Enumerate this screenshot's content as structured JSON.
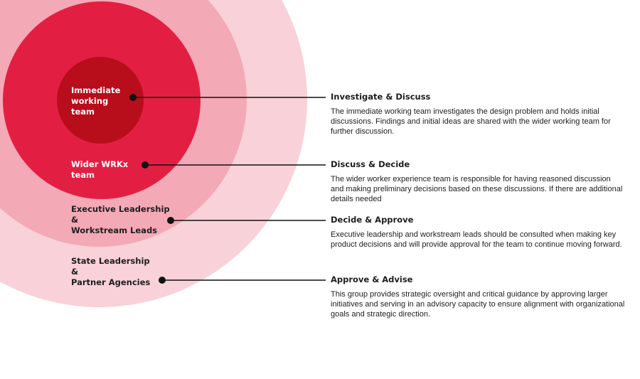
{
  "colors": {
    "outer_ring": "#f9d1d9",
    "third_ring": "#f4a9b6",
    "second_ring": "#e21f42",
    "core": "#b80d1b",
    "connector": "#111111"
  },
  "rings": [
    {
      "label_lines": [
        "Immediate",
        "working",
        "team"
      ]
    },
    {
      "label_lines": [
        "Wider WRKx",
        "team"
      ]
    },
    {
      "label_lines": [
        "Executive Leadership",
        "&",
        "Workstream Leads"
      ]
    },
    {
      "label_lines": [
        "State Leadership",
        "&",
        "Partner Agencies"
      ]
    }
  ],
  "descriptions": [
    {
      "title": "Investigate & Discuss",
      "text": "The immediate working team investigates the design problem and holds initial discussions. Findings and initial ideas are shared with the wider working team for further discussion."
    },
    {
      "title": "Discuss & Decide",
      "text": "The wider worker experience team is responsible for having reasoned discussion and making preliminary decisions based on these discussions. If there are additional details needed"
    },
    {
      "title": "Decide & Approve",
      "text": "Executive leadership and workstream leads should be consulted when making key product decisions and will provide approval for the team to continue moving forward."
    },
    {
      "title": "Approve & Advise",
      "text": "This group provides strategic oversight and critical guidance by approving larger initiatives and serving in an advisory capacity to ensure alignment with organizational goals and strategic direction."
    }
  ]
}
